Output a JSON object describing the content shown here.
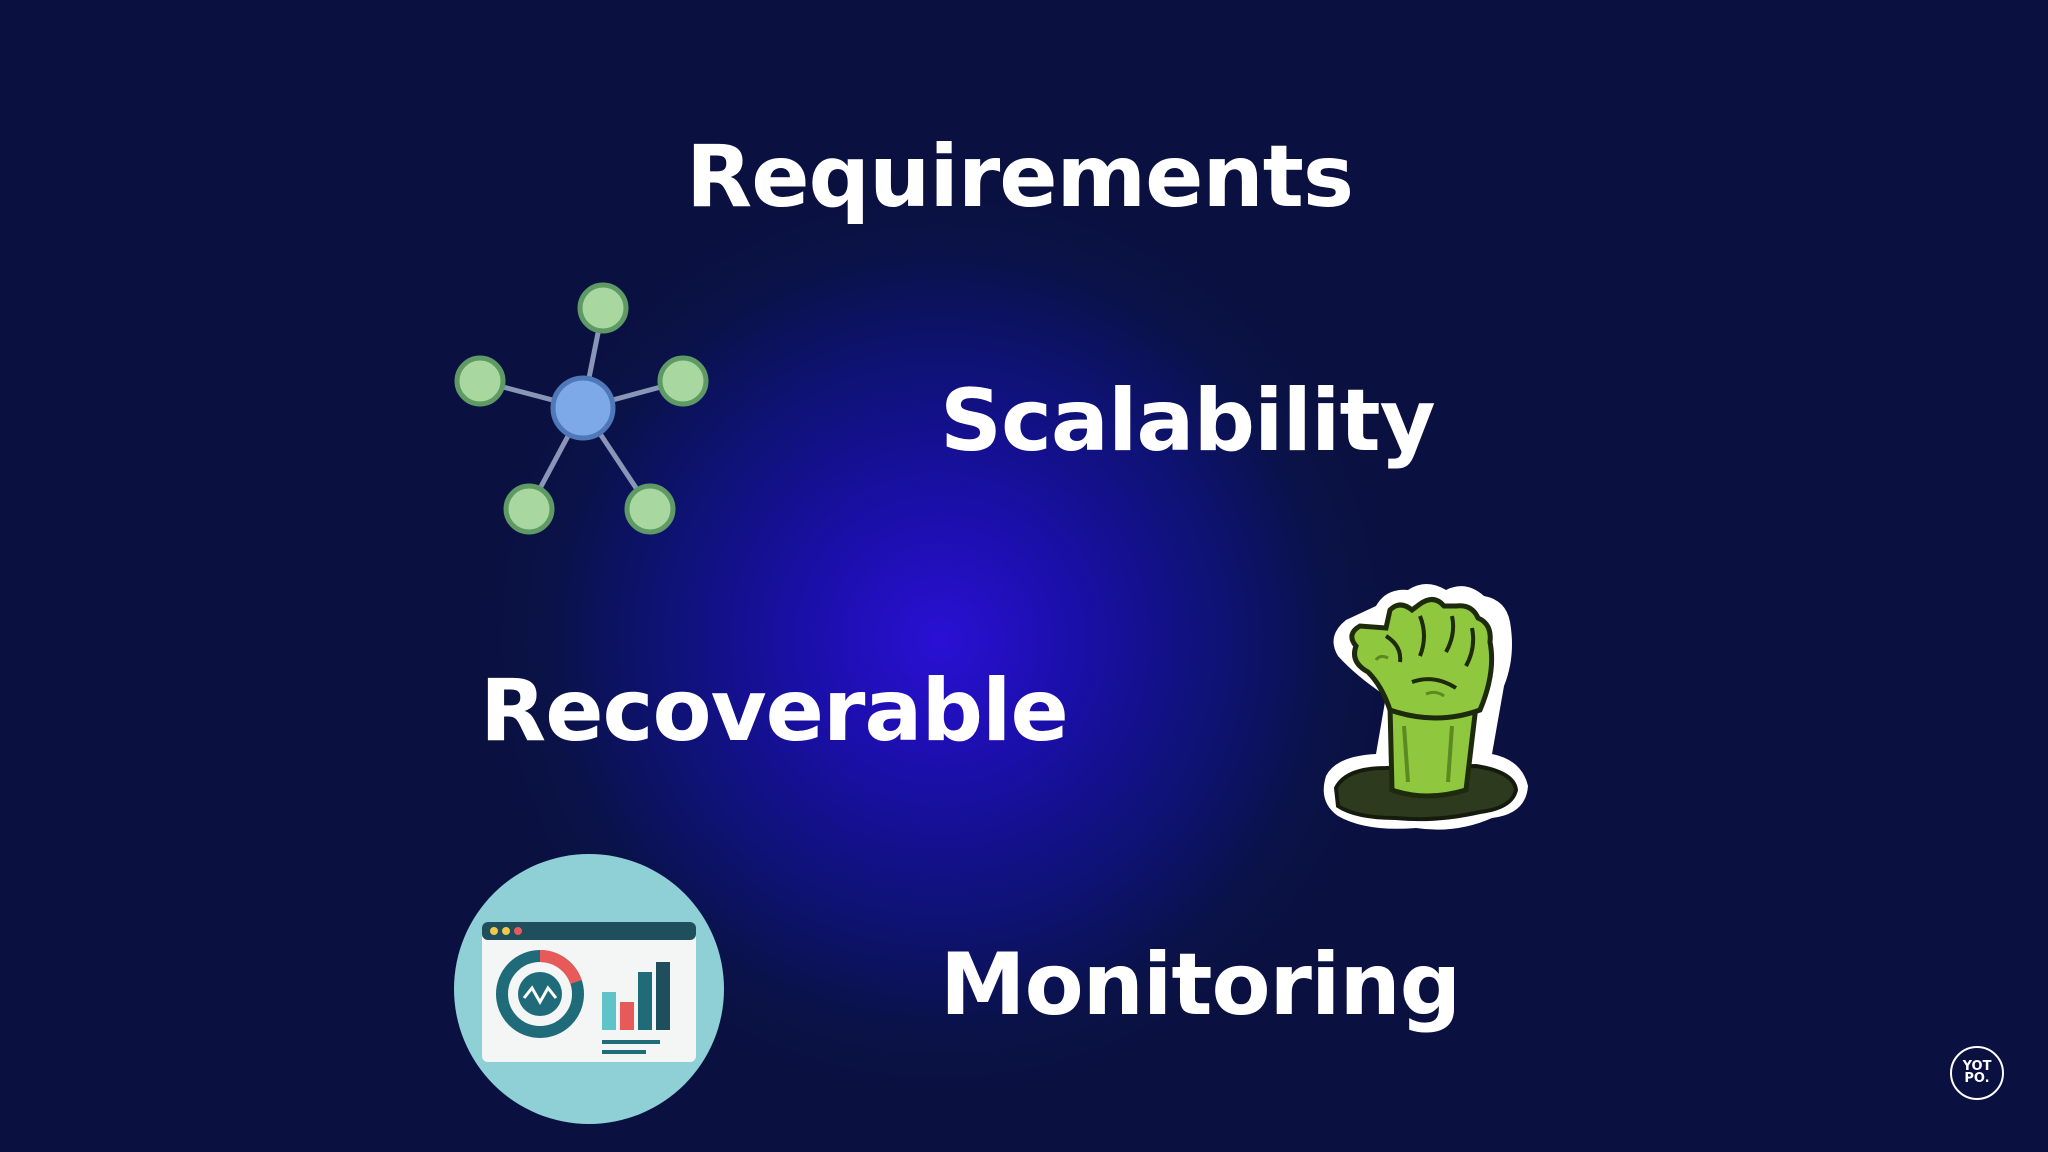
{
  "slide": {
    "words": {
      "requirements": "Requirements",
      "scalability": "Scalability",
      "recoverable": "Recoverable",
      "monitoring": "Monitoring"
    },
    "logo": "YOTPO."
  },
  "icons": {
    "network": "network-hub-icon",
    "zombie": "zombie-hand-icon",
    "dashboard": "analytics-dashboard-icon"
  },
  "colors": {
    "background": "#0a1248",
    "glow": "#2a10d4",
    "text": "#ffffff",
    "node_green": "#a8d8a0",
    "node_blue": "#7ea9e8",
    "zombie_green": "#8fc73e",
    "dashboard_circle": "#8fd0d6"
  }
}
